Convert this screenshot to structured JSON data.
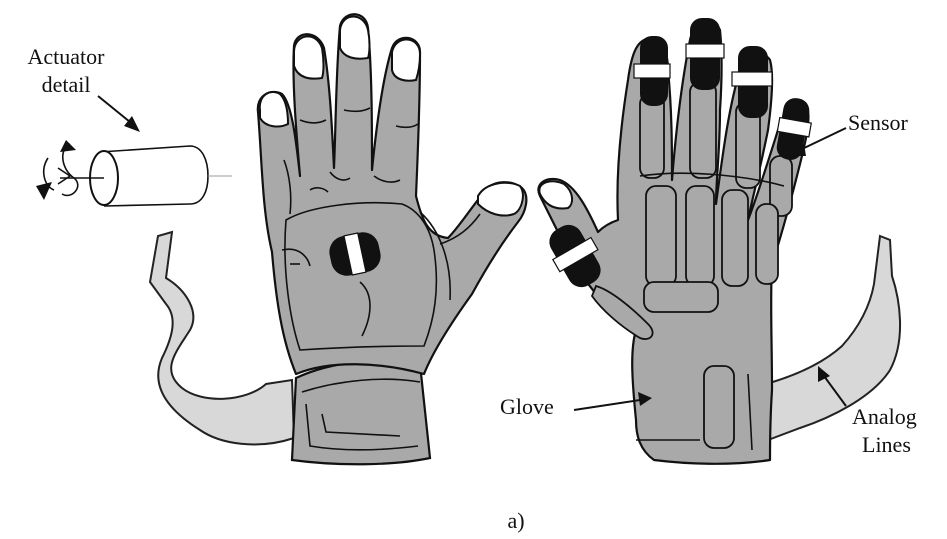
{
  "labels": {
    "actuator_line1": "Actuator",
    "actuator_line2": "detail",
    "sensor": "Sensor",
    "glove": "Glove",
    "analog_line1": "Analog",
    "analog_line2": "Lines",
    "caption": "a)"
  }
}
